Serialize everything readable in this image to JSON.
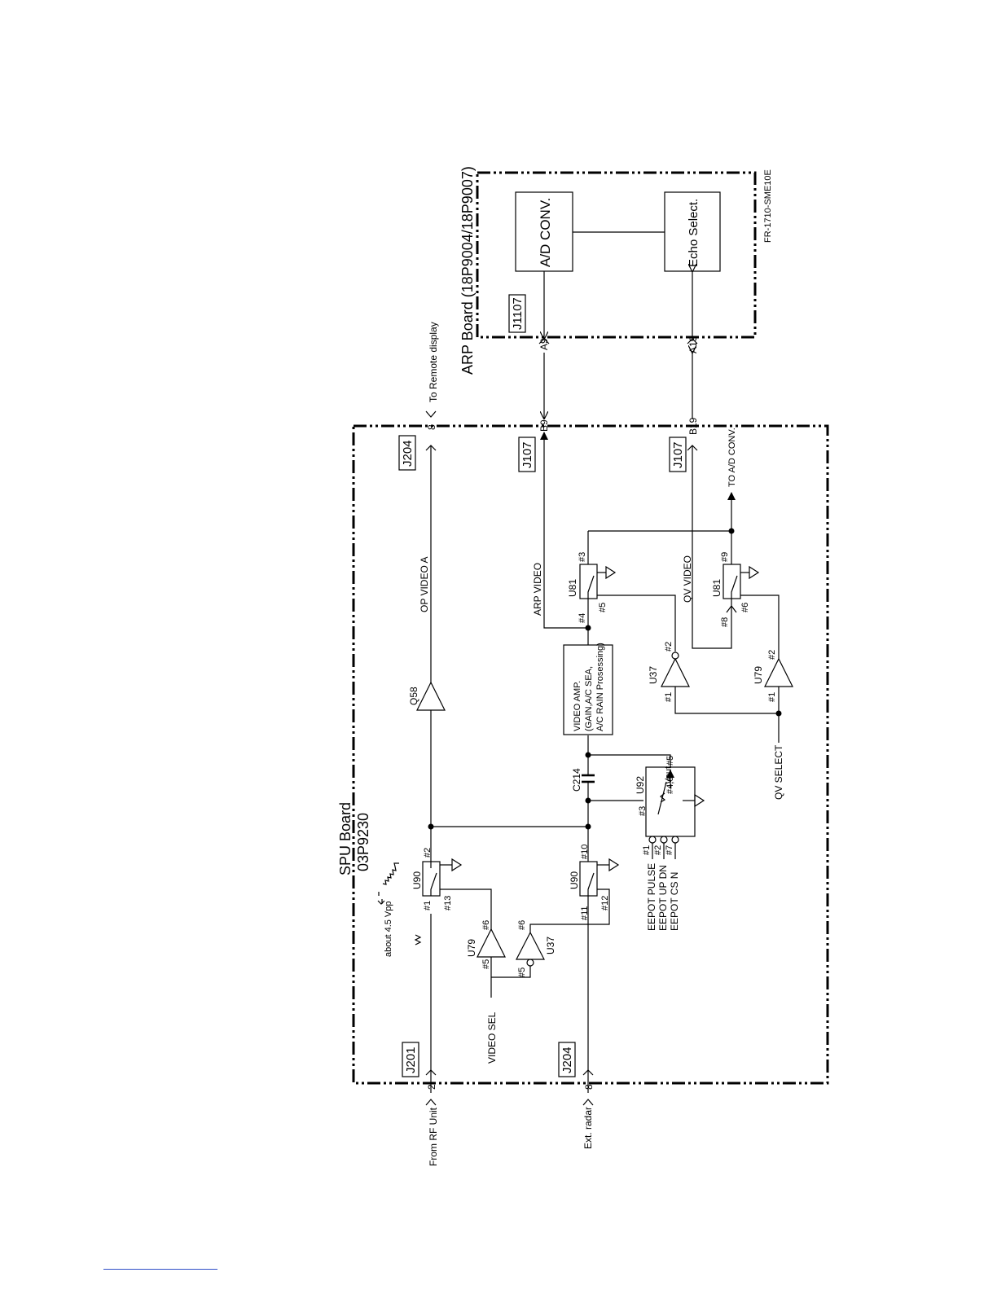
{
  "spu_board": {
    "title": "SPU Board",
    "part_no": "03P9230"
  },
  "arp_board": {
    "title": "ARP Board (18P9004/18P9007)"
  },
  "doc_ref": "FR-1710-SME10E",
  "connectors": {
    "j201": "J201",
    "j204_in": "J204",
    "j204_out": "J204",
    "j107_top": "J107",
    "j107_bot": "J107",
    "j1107": "J1107"
  },
  "pins": {
    "j201": "2",
    "j204_in": "8",
    "j204_out": "8",
    "b9": "B9",
    "b19": "B19",
    "a9": "A9",
    "a19": "A19"
  },
  "external_signals": {
    "from_rf": "From RF Unit",
    "ext_radar": "Ext. radar",
    "remote": "To Remote display"
  },
  "signals": {
    "op_video": "OP VIDEO A",
    "arp_video": "ARP VIDEO",
    "qv_video": "QV VIDEO",
    "video_sel": "VIDEO SEL",
    "qv_select": "QV SELECT",
    "to_ad": "TO A/D CONV.",
    "eepot_pulse": "EEPOT PULSE",
    "eepot_updn": "EEPOT UP DN",
    "eepot_cs": "EEPOT CS N",
    "waveform": "about 4.5 Vpp"
  },
  "blocks": {
    "ad_conv": "A/D CONV.",
    "echo_select": "Echo Select.",
    "video_amp": [
      "VIDEO AMP.",
      "(GAIN,A/C SEA,",
      "A/C RAIN Prosessing)"
    ]
  },
  "components": {
    "q58": "Q58",
    "c214": "C214",
    "u92": "U92",
    "vout": "Vout",
    "u90_top": "U90",
    "u90_bot": "U90",
    "u79_left": "U79",
    "u37_left": "U37",
    "u81_top": "U81",
    "u81_bot": "U81",
    "u37_right": "U37",
    "u79_right": "U79"
  },
  "pin_labels": {
    "u90a_1": "#1",
    "u90a_2": "#2",
    "u90a_13": "#13",
    "u90b_11": "#11",
    "u90b_10": "#10",
    "u90b_12": "#12",
    "u79a_5": "#5",
    "u79a_6": "#6",
    "u37a_5": "#5",
    "u37a_6": "#6",
    "u92_1": "#1",
    "u92_2": "#2",
    "u92_7": "#7",
    "u92_3": "#3",
    "u92_5": "#5",
    "u92_46": "#4,6",
    "u81a_4": "#4",
    "u81a_3": "#3",
    "u81a_5": "#5",
    "u81b_8": "#8",
    "u81b_9": "#9",
    "u81b_6": "#6",
    "u37b_1": "#1",
    "u37b_2": "#2",
    "u79b_1": "#1",
    "u79b_2": "#2"
  }
}
